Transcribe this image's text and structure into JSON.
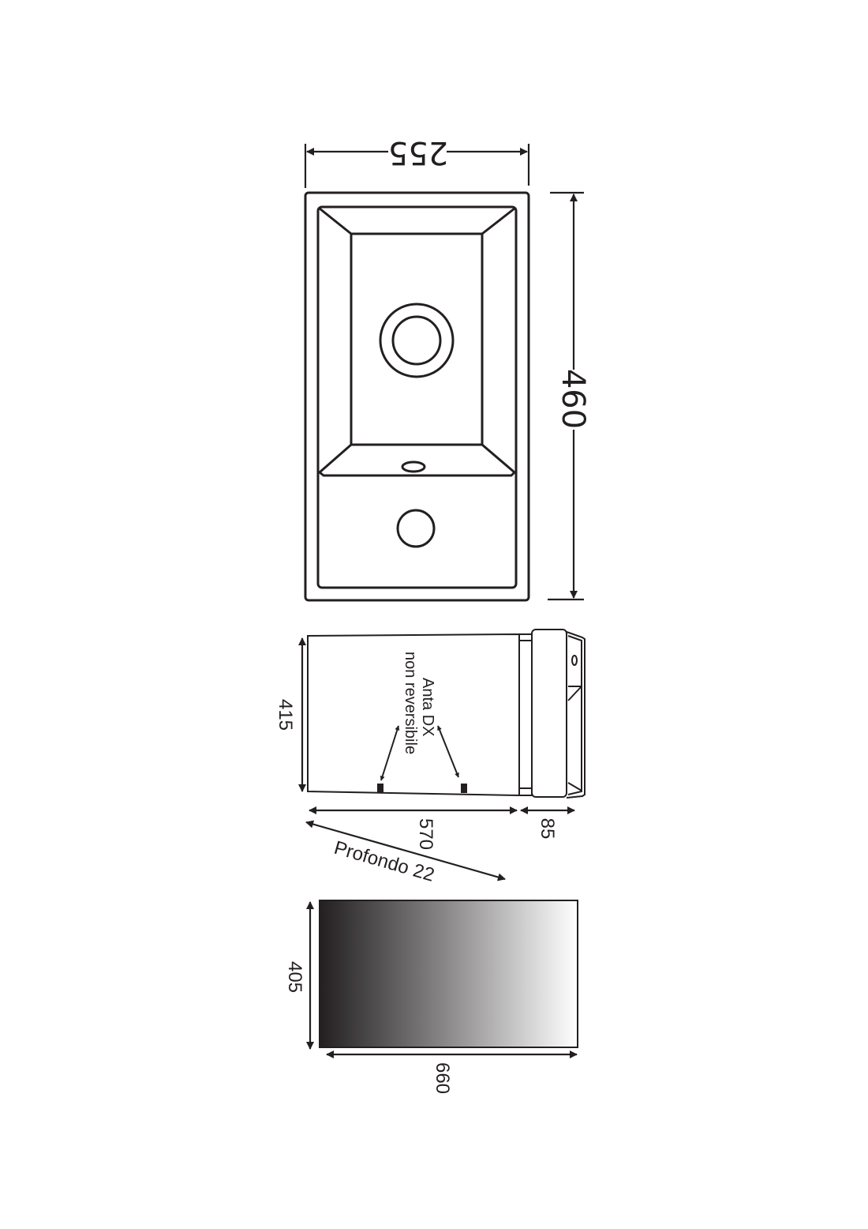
{
  "drawing": {
    "top_view": {
      "width_dim": "255",
      "height_dim": "460"
    },
    "side_view": {
      "height_dim": "415",
      "length_dim": "570",
      "side_dim": "85",
      "note_line1": "Anta DX",
      "note_line2": "non reversibile"
    },
    "depth_note": "Profondo 22",
    "panel_view": {
      "height_dim": "405",
      "width_dim": "660",
      "gradient_start": "#231f20",
      "gradient_end": "#ffffff"
    },
    "line_color": "#231f20"
  }
}
